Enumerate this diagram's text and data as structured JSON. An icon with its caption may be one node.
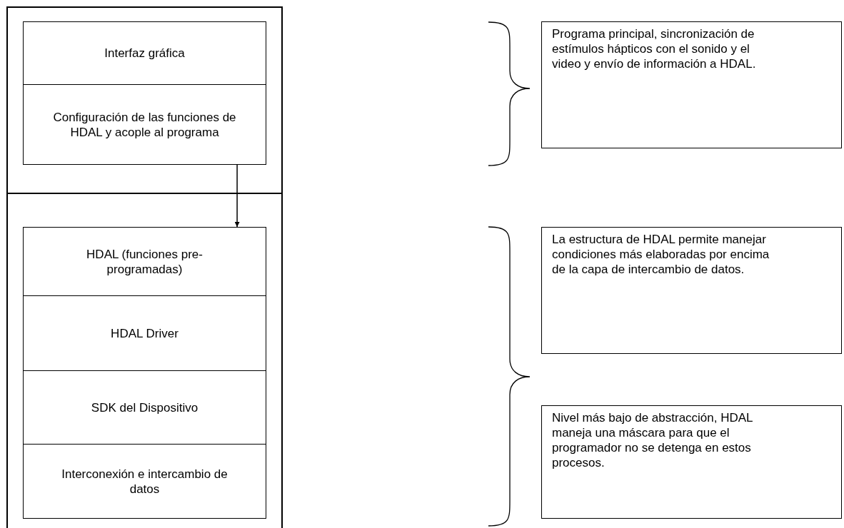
{
  "diagram": {
    "nodes": [
      {
        "text": [],
        "shape": "box"
      },
      {
        "text": [
          "Interfaz gráfica"
        ],
        "in": 0
      },
      {
        "text": [
          "Configuración de las funciones de HDAL y acople al programa"
        ],
        "in": 0
      },
      {
        "text": [],
        "shape": "box"
      },
      {
        "text": [
          "HDAL (funciones pre-programadas)"
        ],
        "in": 3
      },
      {
        "text": [
          "HDAL Driver"
        ],
        "in": 3
      },
      {
        "text": [
          "SDK del Dispositivo"
        ],
        "in": 3
      },
      {
        "text": [
          "Interconexión e intercambio de datos"
        ],
        "in": 3
      },
      {
        "text": [
          "Programa principal, sincronización de estímulos hápticos con el sonido y el video y envío de información a HDAL."
        ]
      },
      {
        "text": [
          "La estructura de HDAL permite manejar condiciones más elaboradas por encima de la capa de intercambio de datos."
        ]
      },
      {
        "text": [
          "Nivel más bajo de abstracción, HDAL maneja una máscara para que el programador no se detenga en estos procesos."
        ]
      }
    ],
    "edges": [
      {
        "from": 2,
        "to": 4,
        "arrow": "to"
      }
    ]
  }
}
